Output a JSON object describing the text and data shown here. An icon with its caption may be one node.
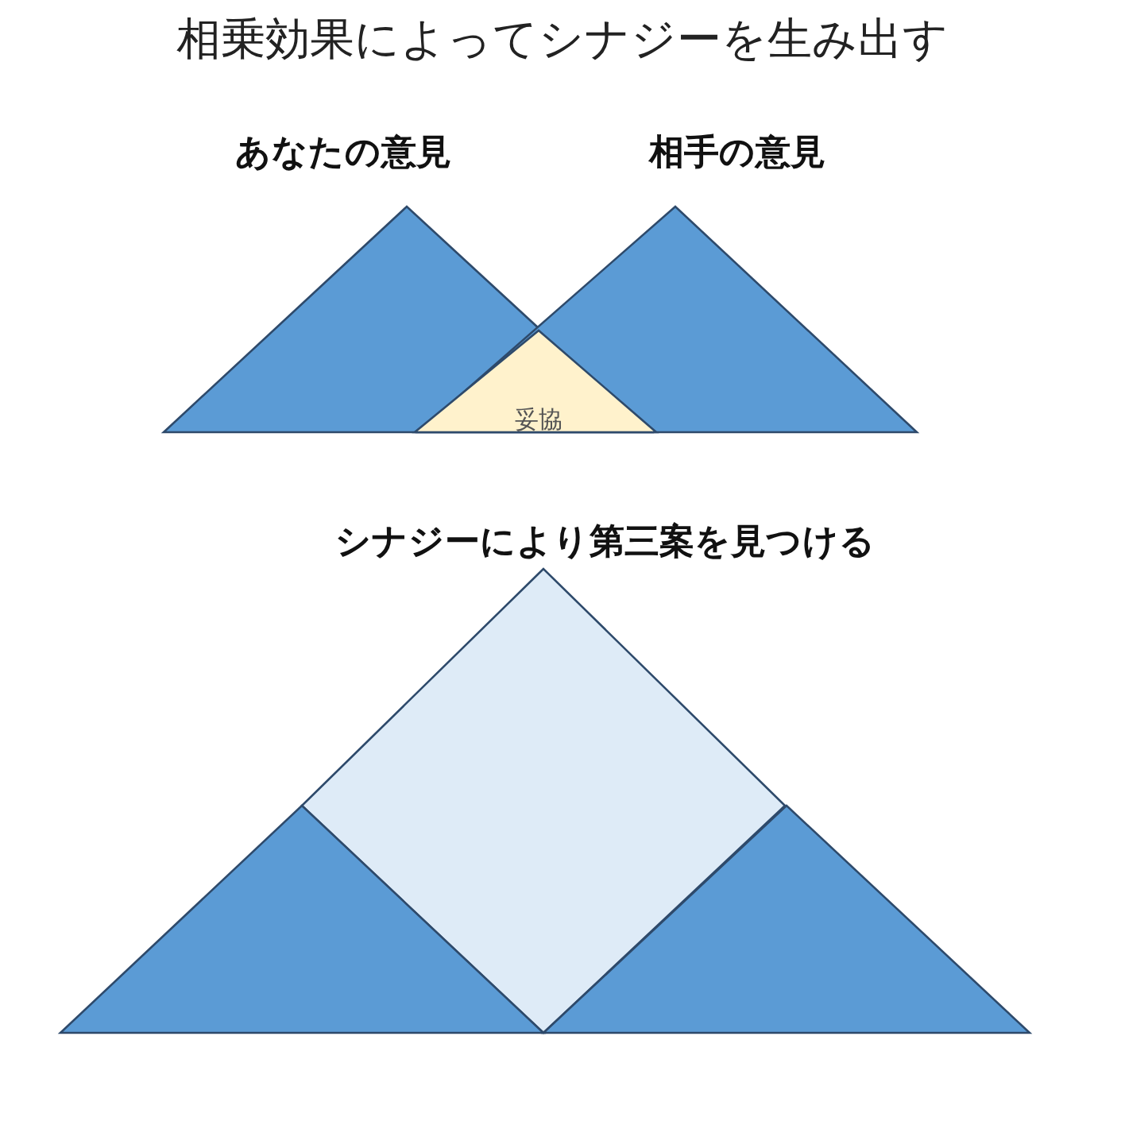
{
  "diagram": {
    "title": "相乗効果によってシナジーを生み出す",
    "nodes": [
      {
        "text": [
          "あなたの意見"
        ]
      },
      {
        "text": [
          "相手の意見"
        ]
      },
      {
        "text": [
          "妥協"
        ]
      },
      {
        "text": [
          "シナジーにより第三案を見つける"
        ]
      },
      {
        "text": [],
        "shape": "triangle"
      },
      {
        "text": [],
        "shape": "triangle"
      }
    ],
    "edges": []
  }
}
